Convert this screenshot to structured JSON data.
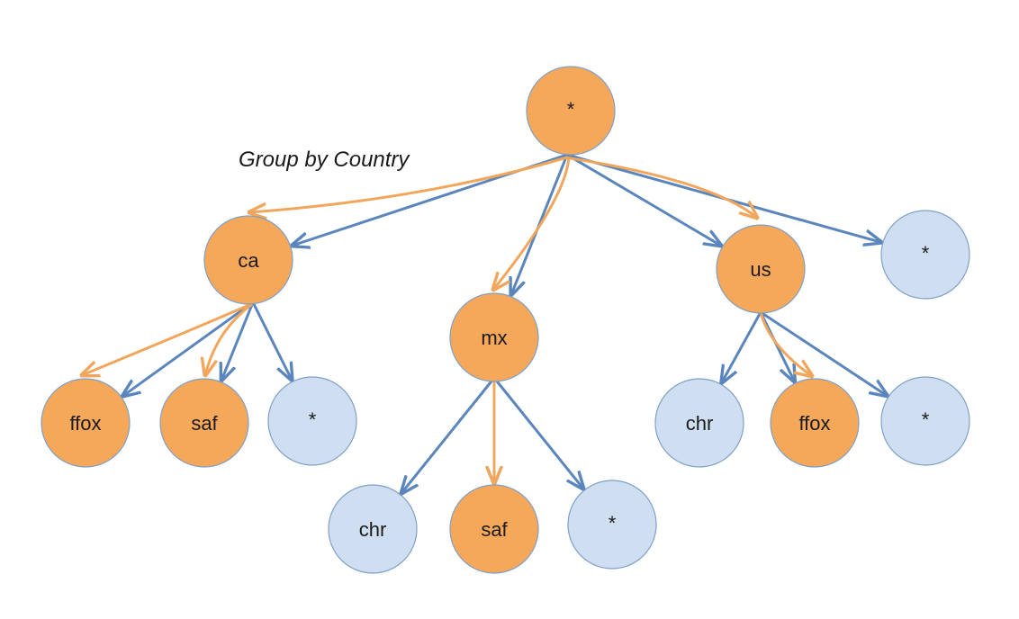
{
  "caption": "Group by Country",
  "colors": {
    "highlight_fill": "#F6A85A",
    "highlight_stroke": "#7E9FC7",
    "plain_fill": "#CFDFF1",
    "plain_stroke": "#7E9FC7",
    "edge": "#5B86BD",
    "path": "#F2A65C"
  },
  "nodes": [
    {
      "id": "root",
      "label": "*",
      "highlighted": true
    },
    {
      "id": "ca",
      "label": "ca",
      "highlighted": true
    },
    {
      "id": "mx",
      "label": "mx",
      "highlighted": true
    },
    {
      "id": "us",
      "label": "us",
      "highlighted": true
    },
    {
      "id": "country-all",
      "label": "*",
      "highlighted": false
    },
    {
      "id": "ca-ffox",
      "label": "ffox",
      "highlighted": true
    },
    {
      "id": "ca-saf",
      "label": "saf",
      "highlighted": true
    },
    {
      "id": "ca-all",
      "label": "*",
      "highlighted": false
    },
    {
      "id": "mx-chr",
      "label": "chr",
      "highlighted": false
    },
    {
      "id": "mx-saf",
      "label": "saf",
      "highlighted": true
    },
    {
      "id": "mx-all",
      "label": "*",
      "highlighted": false
    },
    {
      "id": "us-chr",
      "label": "chr",
      "highlighted": false
    },
    {
      "id": "us-ffox",
      "label": "ffox",
      "highlighted": true
    },
    {
      "id": "us-all",
      "label": "*",
      "highlighted": false
    }
  ],
  "edges": [
    {
      "from": "root",
      "to": "ca"
    },
    {
      "from": "root",
      "to": "mx"
    },
    {
      "from": "root",
      "to": "us"
    },
    {
      "from": "root",
      "to": "country-all"
    },
    {
      "from": "ca",
      "to": "ca-ffox"
    },
    {
      "from": "ca",
      "to": "ca-saf"
    },
    {
      "from": "ca",
      "to": "ca-all"
    },
    {
      "from": "mx",
      "to": "mx-chr"
    },
    {
      "from": "mx",
      "to": "mx-saf"
    },
    {
      "from": "mx",
      "to": "mx-all"
    },
    {
      "from": "us",
      "to": "us-chr"
    },
    {
      "from": "us",
      "to": "us-ffox"
    },
    {
      "from": "us",
      "to": "us-all"
    }
  ],
  "highlighted_paths": [
    {
      "from": "root",
      "to": "ca"
    },
    {
      "from": "root",
      "to": "mx"
    },
    {
      "from": "root",
      "to": "us"
    },
    {
      "from": "ca",
      "to": "ca-ffox"
    },
    {
      "from": "ca",
      "to": "ca-saf"
    },
    {
      "from": "mx",
      "to": "mx-saf"
    },
    {
      "from": "us",
      "to": "us-ffox"
    }
  ]
}
